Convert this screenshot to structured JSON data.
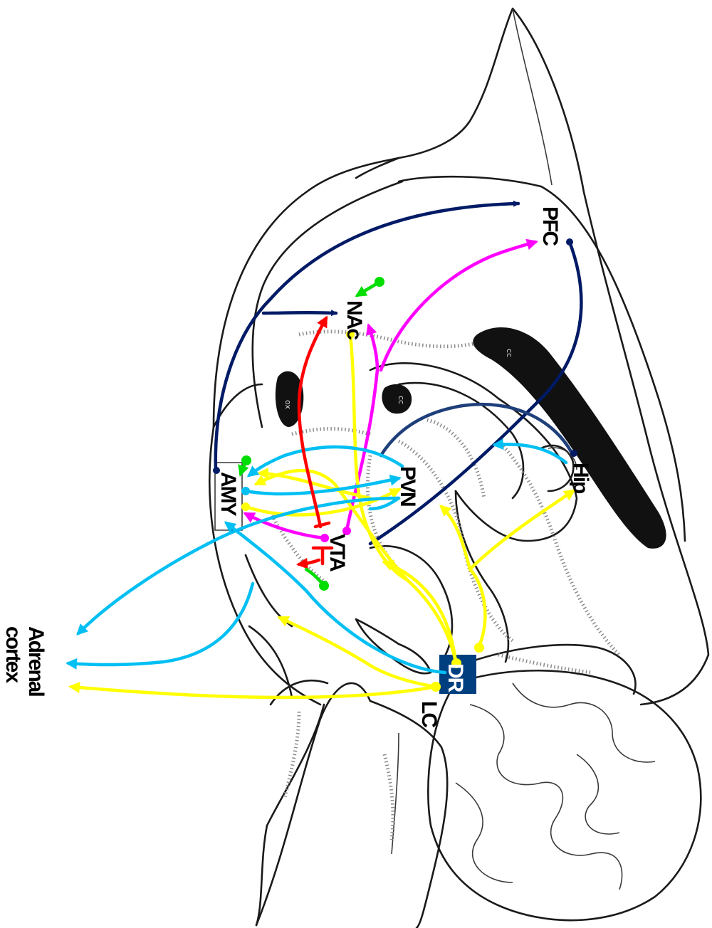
{
  "labels": {
    "pfc": "PFC",
    "nac": "NAc",
    "amy": "AMY",
    "pvn": "PVN",
    "vta": "VTA",
    "hip": "Hip",
    "dr": "DR",
    "lc": "LC",
    "adrenal_line1": "Adrenal",
    "adrenal_line2": "cortex"
  },
  "anatomy_marks": {
    "cc_top": "cc",
    "cc_mid": "cc",
    "ox": "ox"
  },
  "colors": {
    "outline": "#1a1a1a",
    "pfc_projection": "#001a66",
    "dopamine": "#ff00ff",
    "serotonin": "#ffff00",
    "crf": "#00bff3",
    "gaba": "#ff0000",
    "opioid": "#00dd00",
    "dr_nucleus": "#003f7f"
  }
}
